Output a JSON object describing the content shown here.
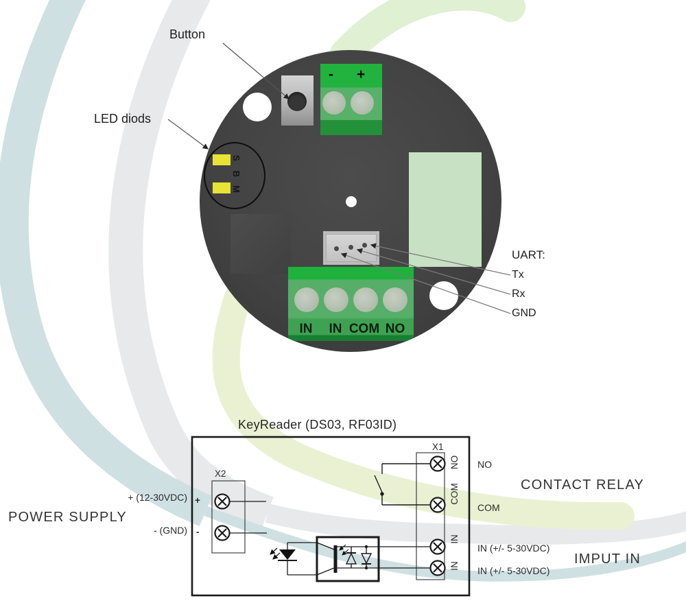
{
  "board": {
    "button_label": "Button",
    "led_label": "LED diods",
    "led_letters": [
      "S",
      "B",
      "M"
    ],
    "power_terminal": {
      "minus": "-",
      "plus": "+"
    },
    "uart": {
      "header": "UART:",
      "tx": "Tx",
      "rx": "Rx",
      "gnd": "GND"
    },
    "in_terminal": {
      "labels": [
        "IN",
        "IN",
        "COM",
        "NO"
      ]
    }
  },
  "schematic": {
    "title": "KeyReader (DS03, RF03ID)",
    "x2": {
      "label": "X2",
      "plus": "+",
      "minus": "-"
    },
    "x1": {
      "label": "X1",
      "terminal_labels": [
        "NO",
        "COM",
        "IN",
        "IN"
      ]
    },
    "left": {
      "plus_label": "+ (12-30VDC)",
      "minus_label": "- (GND)",
      "power_supply": "POWER SUPPLY"
    },
    "right": {
      "no": "NO",
      "com": "COM",
      "in1": "IN (+/- 5-30VDC)",
      "in2": "IN (+/- 5-30VDC)",
      "contact_relay": "CONTACT RELAY",
      "imput_in": "IMPUT IN"
    }
  },
  "colors": {
    "board_gray": "#424242",
    "terminal_green_bright": "#22b23e",
    "terminal_green_mid": "#56ae68",
    "terminal_green_dark": "#23913a",
    "relay_green": "#c8e1c4",
    "led_yellow": "#e8e334",
    "swoosh_teal": "#cfe0e3",
    "swoosh_gray": "#e8e9ea",
    "swoosh_green": "#dff0d3",
    "swoosh_lime": "#eaf1d3"
  }
}
